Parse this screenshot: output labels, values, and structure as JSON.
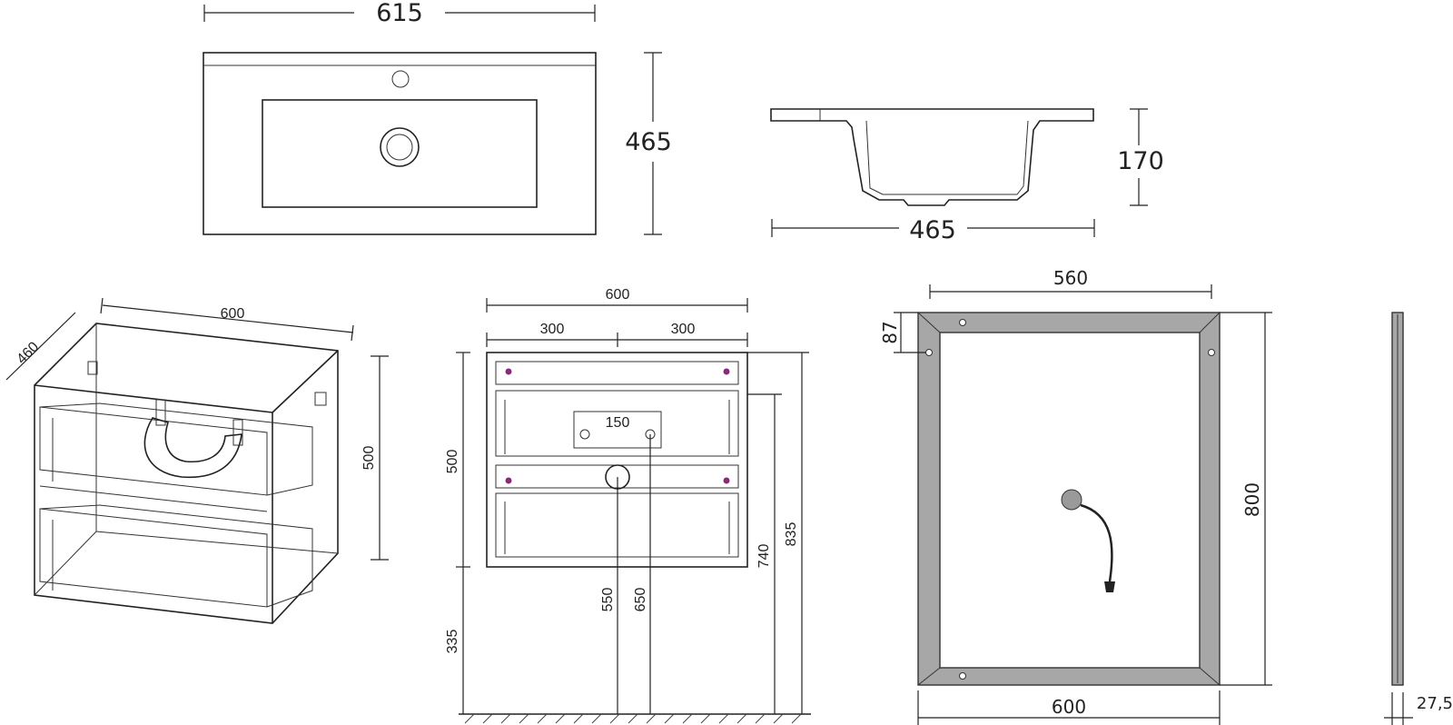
{
  "basin_top": {
    "width": "615",
    "depth": "465"
  },
  "basin_section": {
    "height": "170",
    "depth": "465"
  },
  "cabinet_iso": {
    "width": "600",
    "depth": "460",
    "height": "500"
  },
  "cabinet_front": {
    "width": "600",
    "half_left": "300",
    "half_right": "300",
    "body_height": "500",
    "bracket_spacing": "150",
    "floor_to_bottom": "335",
    "floor_to_drain": "550",
    "floor_to_bracket": "650",
    "floor_to_basin_rim": "740",
    "floor_to_top": "835"
  },
  "mirror": {
    "hanger_spacing": "560",
    "hanger_offset": "87",
    "height": "800",
    "width": "600",
    "thickness": "27,5"
  }
}
